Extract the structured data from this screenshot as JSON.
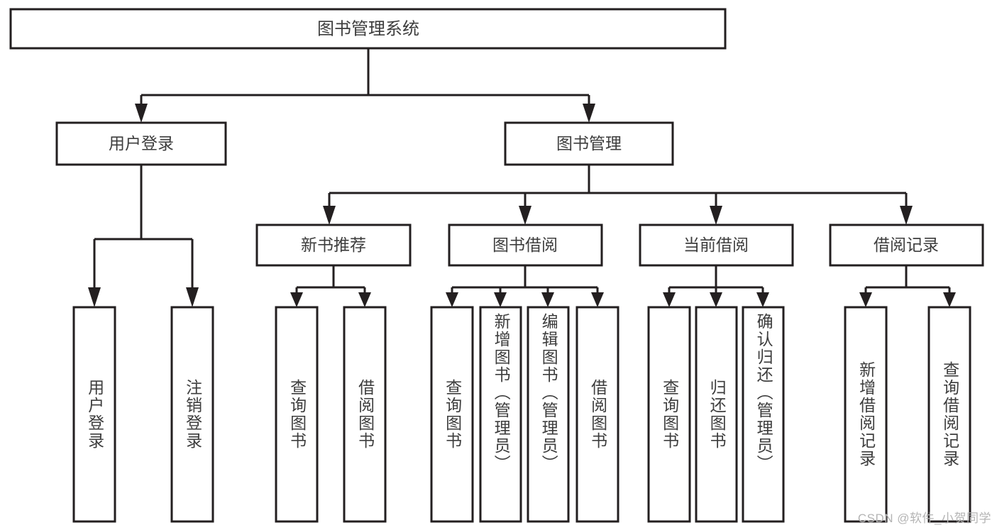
{
  "diagram": {
    "title": "图书管理系统",
    "watermark": "CSDN @软件_小贺同学",
    "colors": {
      "stroke": "#231f20",
      "fill": "#ffffff",
      "text": "#3d3d3d",
      "watermark": "#b4b4b4",
      "background": "#ffffff"
    },
    "root": {
      "label": "图书管理系统"
    },
    "level2": [
      {
        "label": "用户登录"
      },
      {
        "label": "图书管理"
      }
    ],
    "level3": [
      {
        "label": "新书推荐"
      },
      {
        "label": "图书借阅"
      },
      {
        "label": "当前借阅"
      },
      {
        "label": "借阅记录"
      }
    ],
    "leaves": {
      "user_login": [
        {
          "label": "用户登录"
        },
        {
          "label": "注销登录"
        }
      ],
      "new_book_recommend": [
        {
          "label": "查询图书"
        },
        {
          "label": "借阅图书"
        }
      ],
      "book_borrow": [
        {
          "label": "查询图书"
        },
        {
          "label": "新增图书（管理员）"
        },
        {
          "label": "编辑图书（管理员）"
        },
        {
          "label": "借阅图书"
        }
      ],
      "current_borrow": [
        {
          "label": "查询图书"
        },
        {
          "label": "归还图书"
        },
        {
          "label": "确认归还（管理员）"
        }
      ],
      "borrow_records": [
        {
          "label": "新增借阅记录"
        },
        {
          "label": "查询借阅记录"
        }
      ]
    }
  }
}
